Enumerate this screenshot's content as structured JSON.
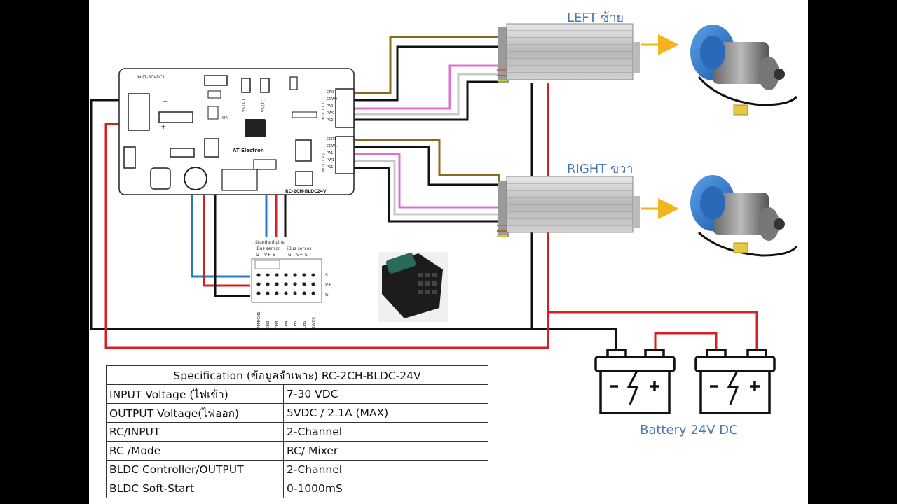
{
  "labels": {
    "left": "LEFT ซ้าย",
    "right": "RIGHT ขวา",
    "battery": "Battery 24V DC"
  },
  "pcb": {
    "input_label": "IN (7-30VDC)",
    "brand": "AT Electron",
    "model": "RC-2CH-BLDC24V",
    "on_label": "ON",
    "vr_left": "VR ( L )",
    "vr_right": "VR ( R )",
    "bldc_left": "BLDC ( L )",
    "bldc_right": "BLDC ( R )",
    "left_pins": [
      "CR0",
      "CCW0",
      "PA0",
      "PW0",
      "PS0"
    ],
    "right_pins": [
      "CCR1",
      "CCW1",
      "PA1",
      "PW1",
      "PS1"
    ]
  },
  "receiver": {
    "standard_pins": "Standard pins",
    "ibus_sensor": "iBus sensor",
    "ibus_servos": "iBus servos",
    "sensor_cols": [
      "G",
      "V+",
      "S"
    ],
    "servo_cols": [
      "G",
      "V+",
      "S"
    ],
    "rows": [
      "S",
      "V+",
      "G"
    ],
    "channels": [
      "PPM/CH1",
      "CH2",
      "CH3",
      "CH4",
      "CH5",
      "CH6",
      "B/VCC"
    ]
  },
  "spec": {
    "title": "Specification  (ข้อมูลจำเพาะ) RC-2CH-BLDC-24V",
    "rows": [
      {
        "name": "INPUT Voltage (ไฟเข้า)",
        "value": "7-30 VDC"
      },
      {
        "name": "OUTPUT Voltage(ไฟออก)",
        "value": "5VDC / 2.1A (MAX)"
      },
      {
        "name": "RC/INPUT",
        "value": "2-Channel"
      },
      {
        "name": "RC /Mode",
        "value": "RC/ Mixer"
      },
      {
        "name": "BLDC Controller/OUTPUT",
        "value": "2-Channel"
      },
      {
        "name": "BLDC Soft-Start",
        "value": "0-1000mS"
      }
    ]
  },
  "colors": {
    "wire_brown": "#8a6a1f",
    "wire_black": "#111111",
    "wire_pink": "#e070d0",
    "wire_gray": "#c8c8c8",
    "wire_red": "#d42020",
    "wire_blue": "#2a78c8",
    "arrow_yellow": "#f3b51b",
    "label_blue": "#4a78b0"
  }
}
